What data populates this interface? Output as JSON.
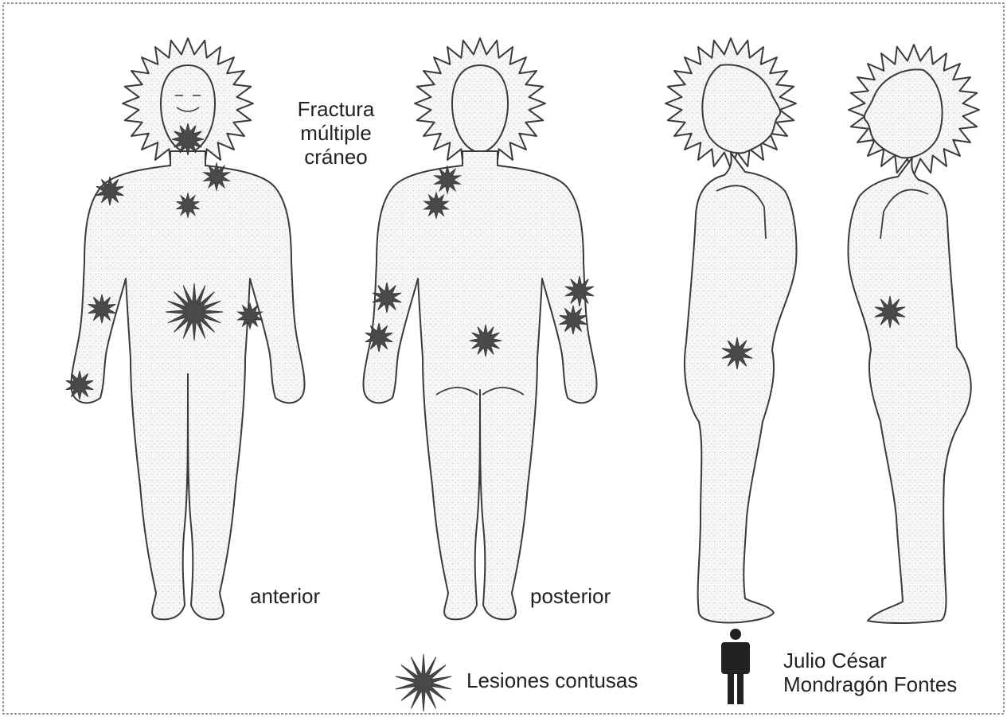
{
  "diagram": {
    "annotation_lines": [
      "Fractura",
      "múltiple",
      "cráneo"
    ],
    "views": {
      "anterior": "anterior",
      "posterior": "posterior"
    },
    "legend": {
      "lesion_label": "Lesiones contusas",
      "person_lines": [
        "Julio César",
        "Mondragón Fontes"
      ]
    },
    "colors": {
      "outline": "#3a3a3a",
      "lesion": "#4a4a4a",
      "body_fill": "#f4f4f4",
      "frame": "#555555"
    },
    "icons": [
      "burst-icon",
      "lesion-icon",
      "person-icon"
    ]
  }
}
